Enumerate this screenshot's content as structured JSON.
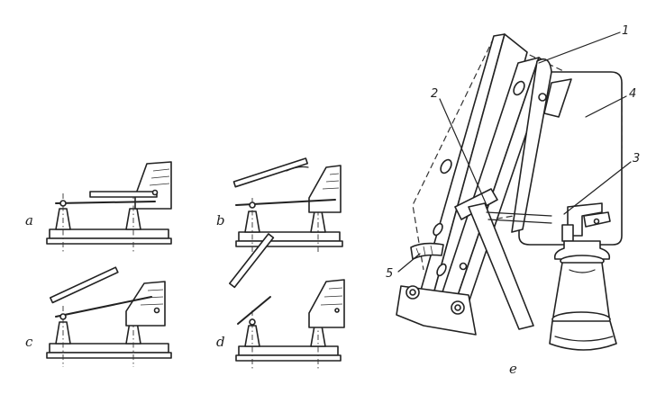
{
  "figure": {
    "panel_labels": [
      "a",
      "b",
      "c",
      "d",
      "e"
    ],
    "part_numbers": [
      "1",
      "2",
      "3",
      "4",
      "5"
    ]
  }
}
